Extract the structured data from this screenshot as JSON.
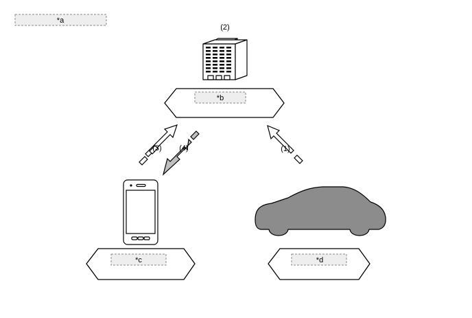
{
  "callouts": {
    "a": "*a",
    "b": "*b",
    "c": "*c",
    "d": "*d"
  },
  "steps": {
    "s1": "(1)",
    "s2": "(2)",
    "s3": "(3)",
    "s4": "(4)"
  },
  "colors": {
    "vehicle_fill": "#8c8c8c",
    "download_arrow_fill": "#bfbfbf",
    "upload_arrow_fill": "#ffffff"
  },
  "icons": {
    "server": "server-building-icon",
    "phone": "smartphone-icon",
    "vehicle": "car-icon"
  }
}
